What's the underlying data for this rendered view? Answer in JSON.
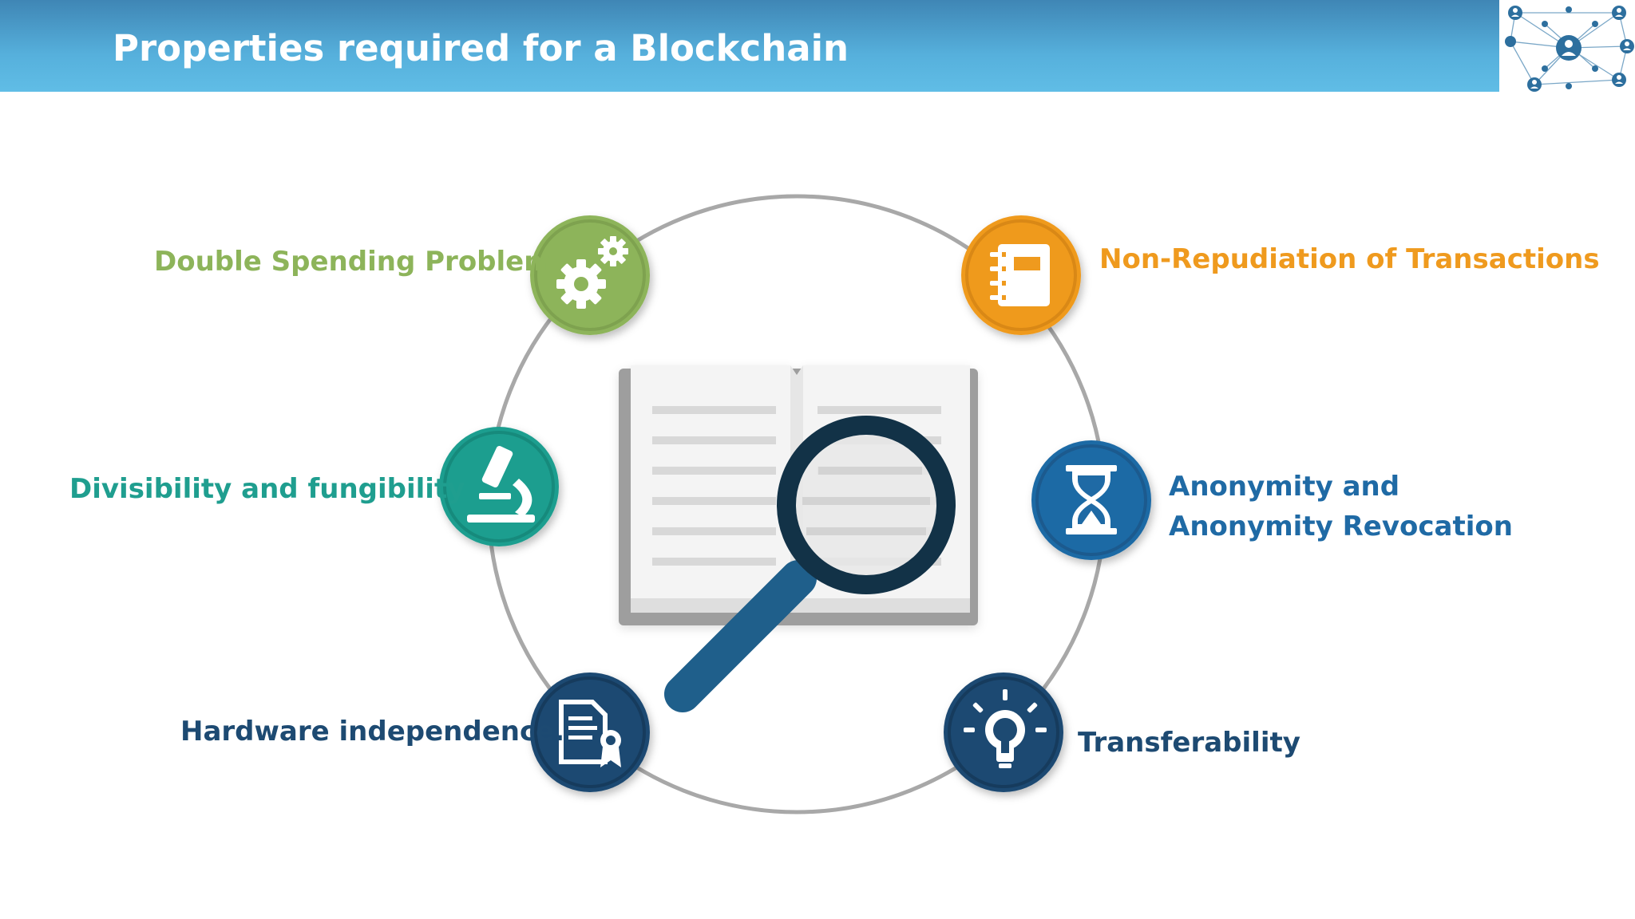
{
  "header": {
    "title": "Properties required for a Blockchain"
  },
  "logo": {
    "icon": "network-people-icon"
  },
  "properties": {
    "double_spending": "Double Spending Problem",
    "divisibility": "Divisibility and fungibility",
    "hardware": "Hardware independence.",
    "non_repudiation": "Non-Repudiation of Transactions",
    "anonymity": "Anonymity and Anonymity Revocation",
    "transferability": "Transferability"
  },
  "colors": {
    "header": "#56b0dc",
    "green": "#8db45a",
    "teal": "#1f9e8f",
    "navy": "#1d4a72",
    "orange": "#ef9a1e",
    "blue": "#1f6aa5"
  }
}
